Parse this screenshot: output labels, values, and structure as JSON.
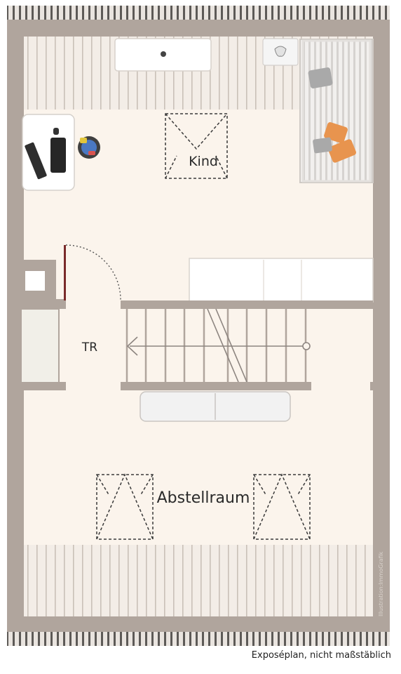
{
  "rooms": {
    "kind": "Kind",
    "tr": "TR",
    "abstellraum": "Abstellraum"
  },
  "credit": "Illustration:ImmoGrafik",
  "caption": "Exposéplan, nicht maßstäblich",
  "colors": {
    "floor": "#fbf4ec",
    "wall": "#b0a59d",
    "wall_dark": "#9c928a",
    "slope_stripe": "#cfc6be",
    "cushion_orange": "#e8944e",
    "pillow_gray": "#a9a9a9"
  }
}
